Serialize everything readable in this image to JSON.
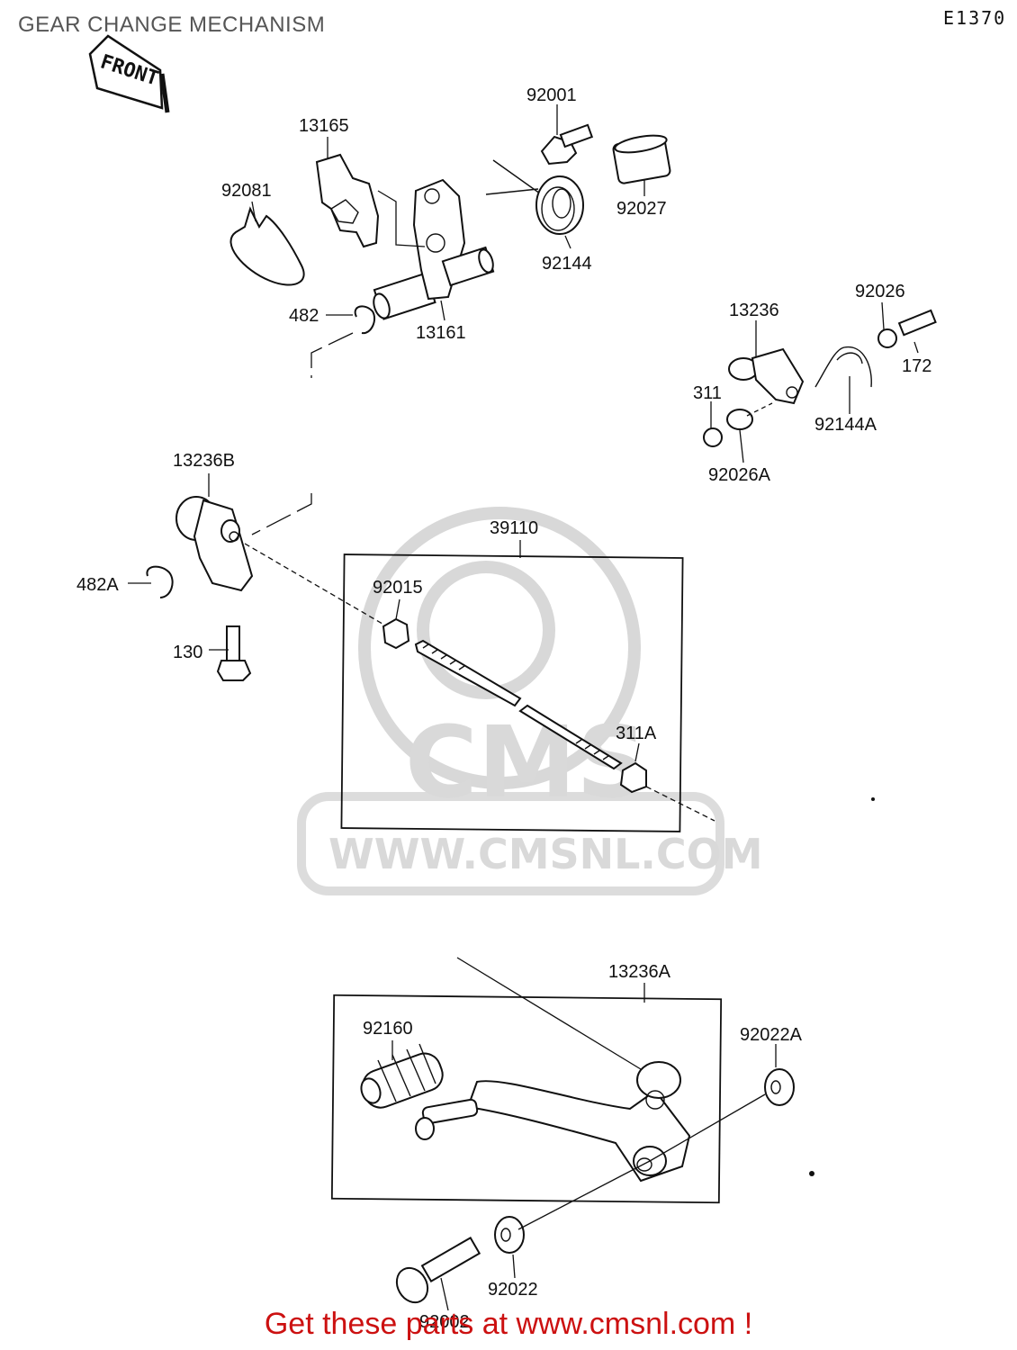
{
  "header": {
    "title": "GEAR CHANGE MECHANISM",
    "diagram_code": "E1370"
  },
  "direction_tag": "FRONT",
  "watermark": {
    "brand": "CMS",
    "url": "WWW.CMSNL.COM"
  },
  "parts": {
    "p92001": "92001",
    "p13165": "13165",
    "p92081": "92081",
    "p92027": "92027",
    "p92144": "92144",
    "p482": "482",
    "p13161": "13161",
    "p13236": "13236",
    "p92026": "92026",
    "p311": "311",
    "p172": "172",
    "p92144A": "92144A",
    "p92026A": "92026A",
    "p13236B": "13236B",
    "p39110": "39110",
    "p482A": "482A",
    "p92015": "92015",
    "p130": "130",
    "p311A": "311A",
    "p13236A": "13236A",
    "p92160": "92160",
    "p92022A": "92022A",
    "p92022": "92022",
    "p92002": "92002"
  },
  "call_to_action": "Get these parts at www.cmsnl.com !",
  "colors": {
    "title": "#555555",
    "cta": "#cc1111",
    "watermark": "#d8d8d8"
  }
}
